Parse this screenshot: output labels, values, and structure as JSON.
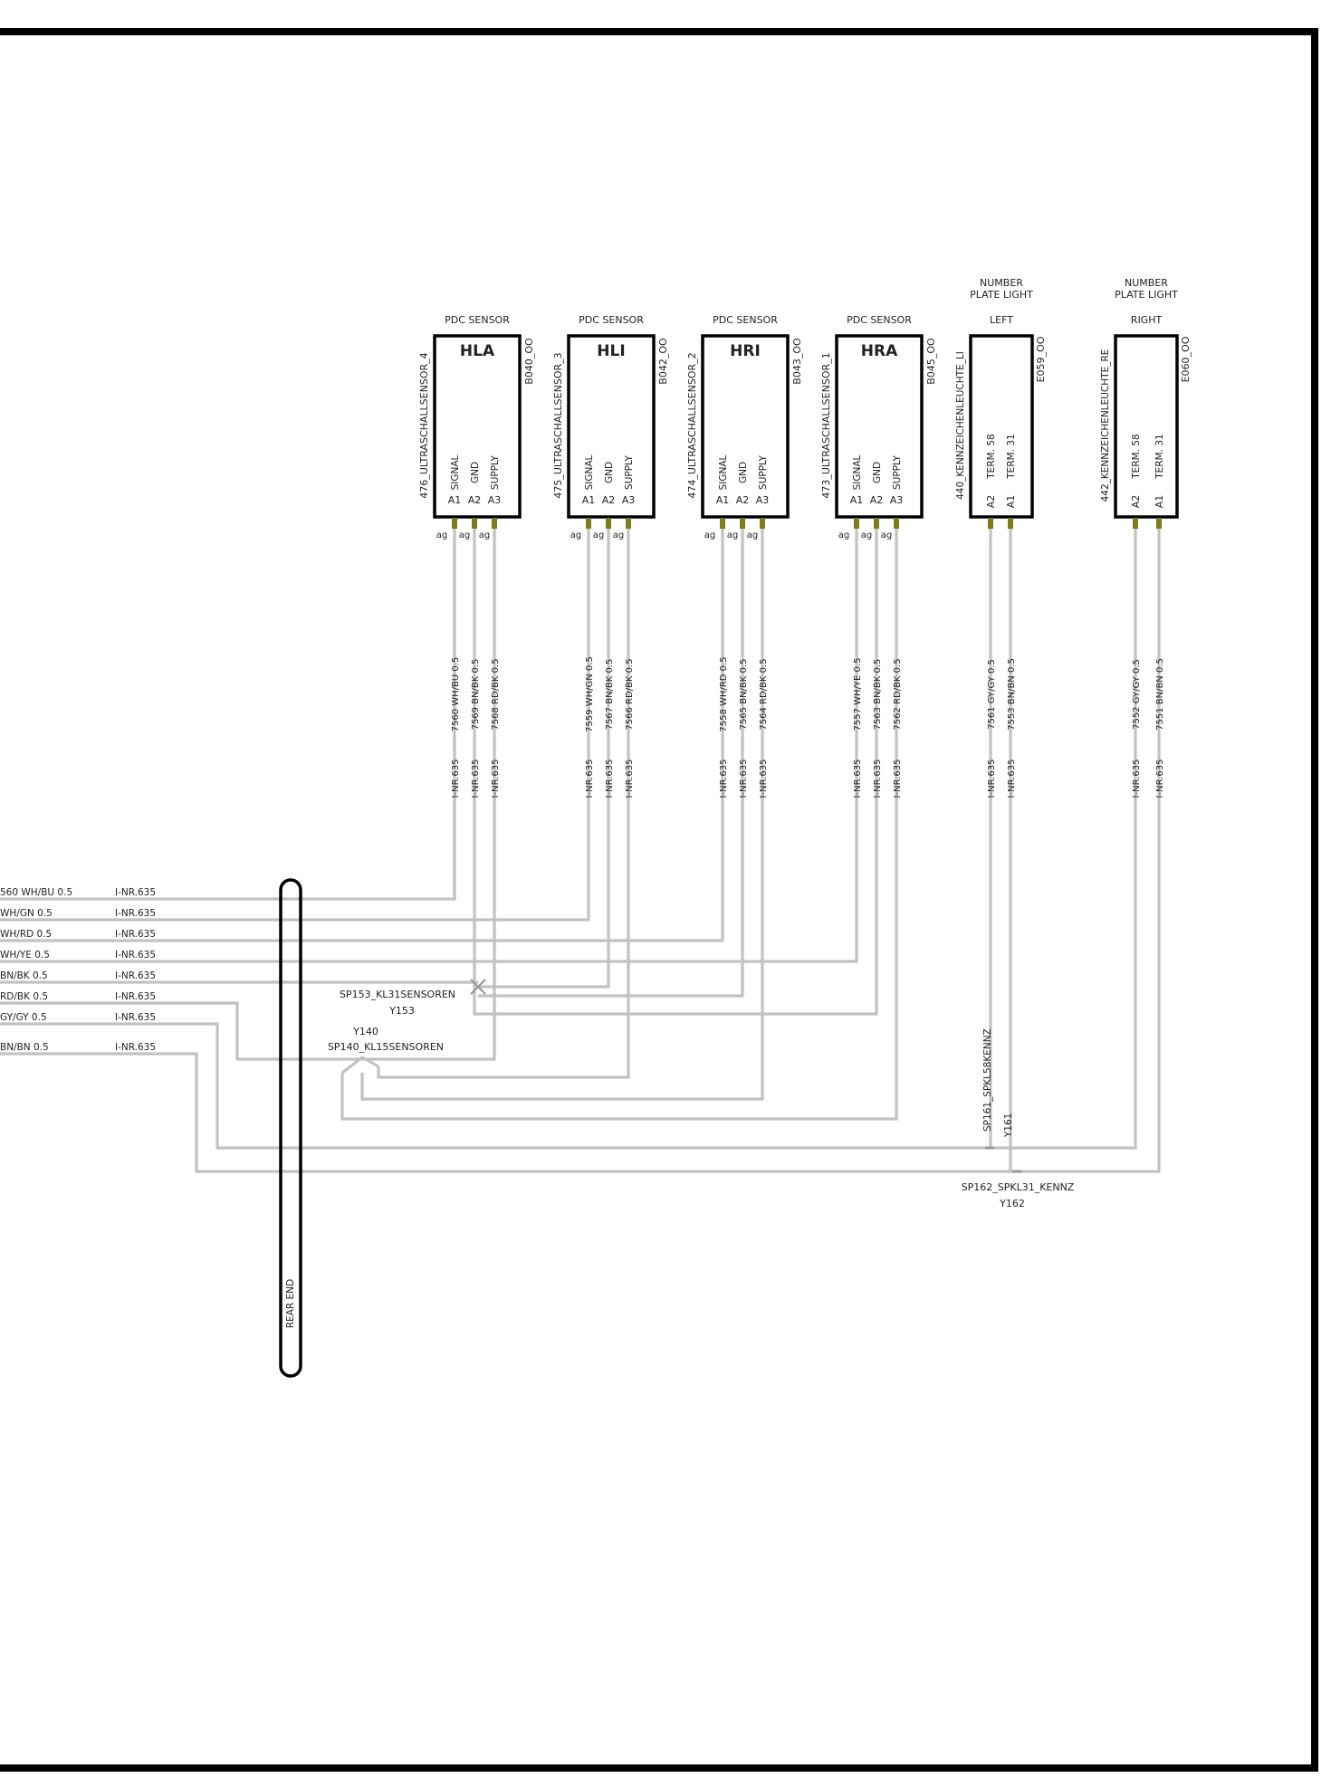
{
  "sensors": [
    {
      "top": "PDC SENSOR",
      "name": "HLA",
      "side": "476_ULTRASCHALLSENSOR_4",
      "code": "B040_OO",
      "pins": [
        {
          "func": "SIGNAL",
          "pin": "A1"
        },
        {
          "func": "GND",
          "pin": "A2"
        },
        {
          "func": "SUPPLY",
          "pin": "A3"
        }
      ],
      "ag": [
        "ag",
        "ag",
        "ag"
      ],
      "wires": [
        {
          "label": "7560 WH/BU 0.5",
          "inr": "I-NR.635"
        },
        {
          "label": "7569 BN/BK 0.5",
          "inr": "I-NR.635"
        },
        {
          "label": "7568 RD/BK 0.5",
          "inr": "I-NR.635"
        }
      ]
    },
    {
      "top": "PDC SENSOR",
      "name": "HLI",
      "side": "475_ULTRASCHALLSENSOR_3",
      "code": "B042_OO",
      "pins": [
        {
          "func": "SIGNAL",
          "pin": "A1"
        },
        {
          "func": "GND",
          "pin": "A2"
        },
        {
          "func": "SUPPLY",
          "pin": "A3"
        }
      ],
      "ag": [
        "ag",
        "ag",
        "ag"
      ],
      "wires": [
        {
          "label": "7559 WH/GN 0.5",
          "inr": "I-NR.635"
        },
        {
          "label": "7567 BN/BK 0.5",
          "inr": "I-NR.635"
        },
        {
          "label": "7566 RD/BK 0.5",
          "inr": "I-NR.635"
        }
      ]
    },
    {
      "top": "PDC SENSOR",
      "name": "HRI",
      "side": "474_ULTRASCHALLSENSOR_2",
      "code": "B043_OO",
      "pins": [
        {
          "func": "SIGNAL",
          "pin": "A1"
        },
        {
          "func": "GND",
          "pin": "A2"
        },
        {
          "func": "SUPPLY",
          "pin": "A3"
        }
      ],
      "ag": [
        "ag",
        "ag",
        "ag"
      ],
      "wires": [
        {
          "label": "7558 WH/RD 0.5",
          "inr": "I-NR.635"
        },
        {
          "label": "7565 BN/BK 0.5",
          "inr": "I-NR.635"
        },
        {
          "label": "7564 RD/BK 0.5",
          "inr": "I-NR.635"
        }
      ]
    },
    {
      "top": "PDC SENSOR",
      "name": "HRA",
      "side": "473_ULTRASCHALLSENSOR_1",
      "code": "B045_OO",
      "pins": [
        {
          "func": "SIGNAL",
          "pin": "A1"
        },
        {
          "func": "GND",
          "pin": "A2"
        },
        {
          "func": "SUPPLY",
          "pin": "A3"
        }
      ],
      "ag": [
        "ag",
        "ag",
        "ag"
      ],
      "wires": [
        {
          "label": "7557 WH/YE 0.5",
          "inr": "I-NR.635"
        },
        {
          "label": "7563 BN/BK 0.5",
          "inr": "I-NR.635"
        },
        {
          "label": "7562 RD/BK 0.5",
          "inr": "I-NR.635"
        }
      ]
    }
  ],
  "lights": [
    {
      "top1": "NUMBER",
      "top2": "PLATE LIGHT",
      "pos": "LEFT",
      "side": "440_KENNZEICHENLEUCHTE_LI",
      "code": "E059_OO",
      "pins": [
        {
          "func": "TERM. 58",
          "pin": "A2"
        },
        {
          "func": "TERM. 31",
          "pin": "A1"
        }
      ],
      "wires": [
        {
          "label": "7561 GY/GY 0.5",
          "inr": "I-NR.635"
        },
        {
          "label": "7553 BN/BN 0.5",
          "inr": "I-NR.635"
        }
      ]
    },
    {
      "top1": "NUMBER",
      "top2": "PLATE LIGHT",
      "pos": "RIGHT",
      "side": "442_KENNZEICHENLEUCHTE_RE",
      "code": "E060_OO",
      "pins": [
        {
          "func": "TERM. 58",
          "pin": "A2"
        },
        {
          "func": "TERM. 31",
          "pin": "A1"
        }
      ],
      "wires": [
        {
          "label": "7552 GY/GY 0.5",
          "inr": "I-NR.635"
        },
        {
          "label": "7551 BN/BN 0.5",
          "inr": "I-NR.635"
        }
      ]
    }
  ],
  "left_wires": [
    {
      "label": "560 WH/BU 0.5",
      "inr": "I-NR.635"
    },
    {
      "label": "WH/GN 0.5",
      "inr": "I-NR.635"
    },
    {
      "label": "WH/RD 0.5",
      "inr": "I-NR.635"
    },
    {
      "label": "WH/YE 0.5",
      "inr": "I-NR.635"
    },
    {
      "label": "BN/BK 0.5",
      "inr": "I-NR.635"
    },
    {
      "label": "RD/BK 0.5",
      "inr": "I-NR.635"
    },
    {
      "label": "GY/GY 0.5",
      "inr": "I-NR.635"
    },
    {
      "label": "BN/BN 0.5",
      "inr": "I-NR.635"
    }
  ],
  "splices": {
    "sp153": {
      "name": "SP153_KL31SENSOREN",
      "id": "Y153"
    },
    "sp140": {
      "name": "SP140_KL15SENSOREN",
      "id": "Y140"
    },
    "sp161": {
      "name": "SP161_SPKL58KENNZ",
      "id": "Y161"
    },
    "sp162": {
      "name": "SP162_SPKL31_KENNZ",
      "id": "Y162"
    }
  },
  "rear_end_label": "REAR END",
  "colors": {
    "wire": "#c2c2c2",
    "pin": "#7d7d1c",
    "frame": "#000000"
  }
}
